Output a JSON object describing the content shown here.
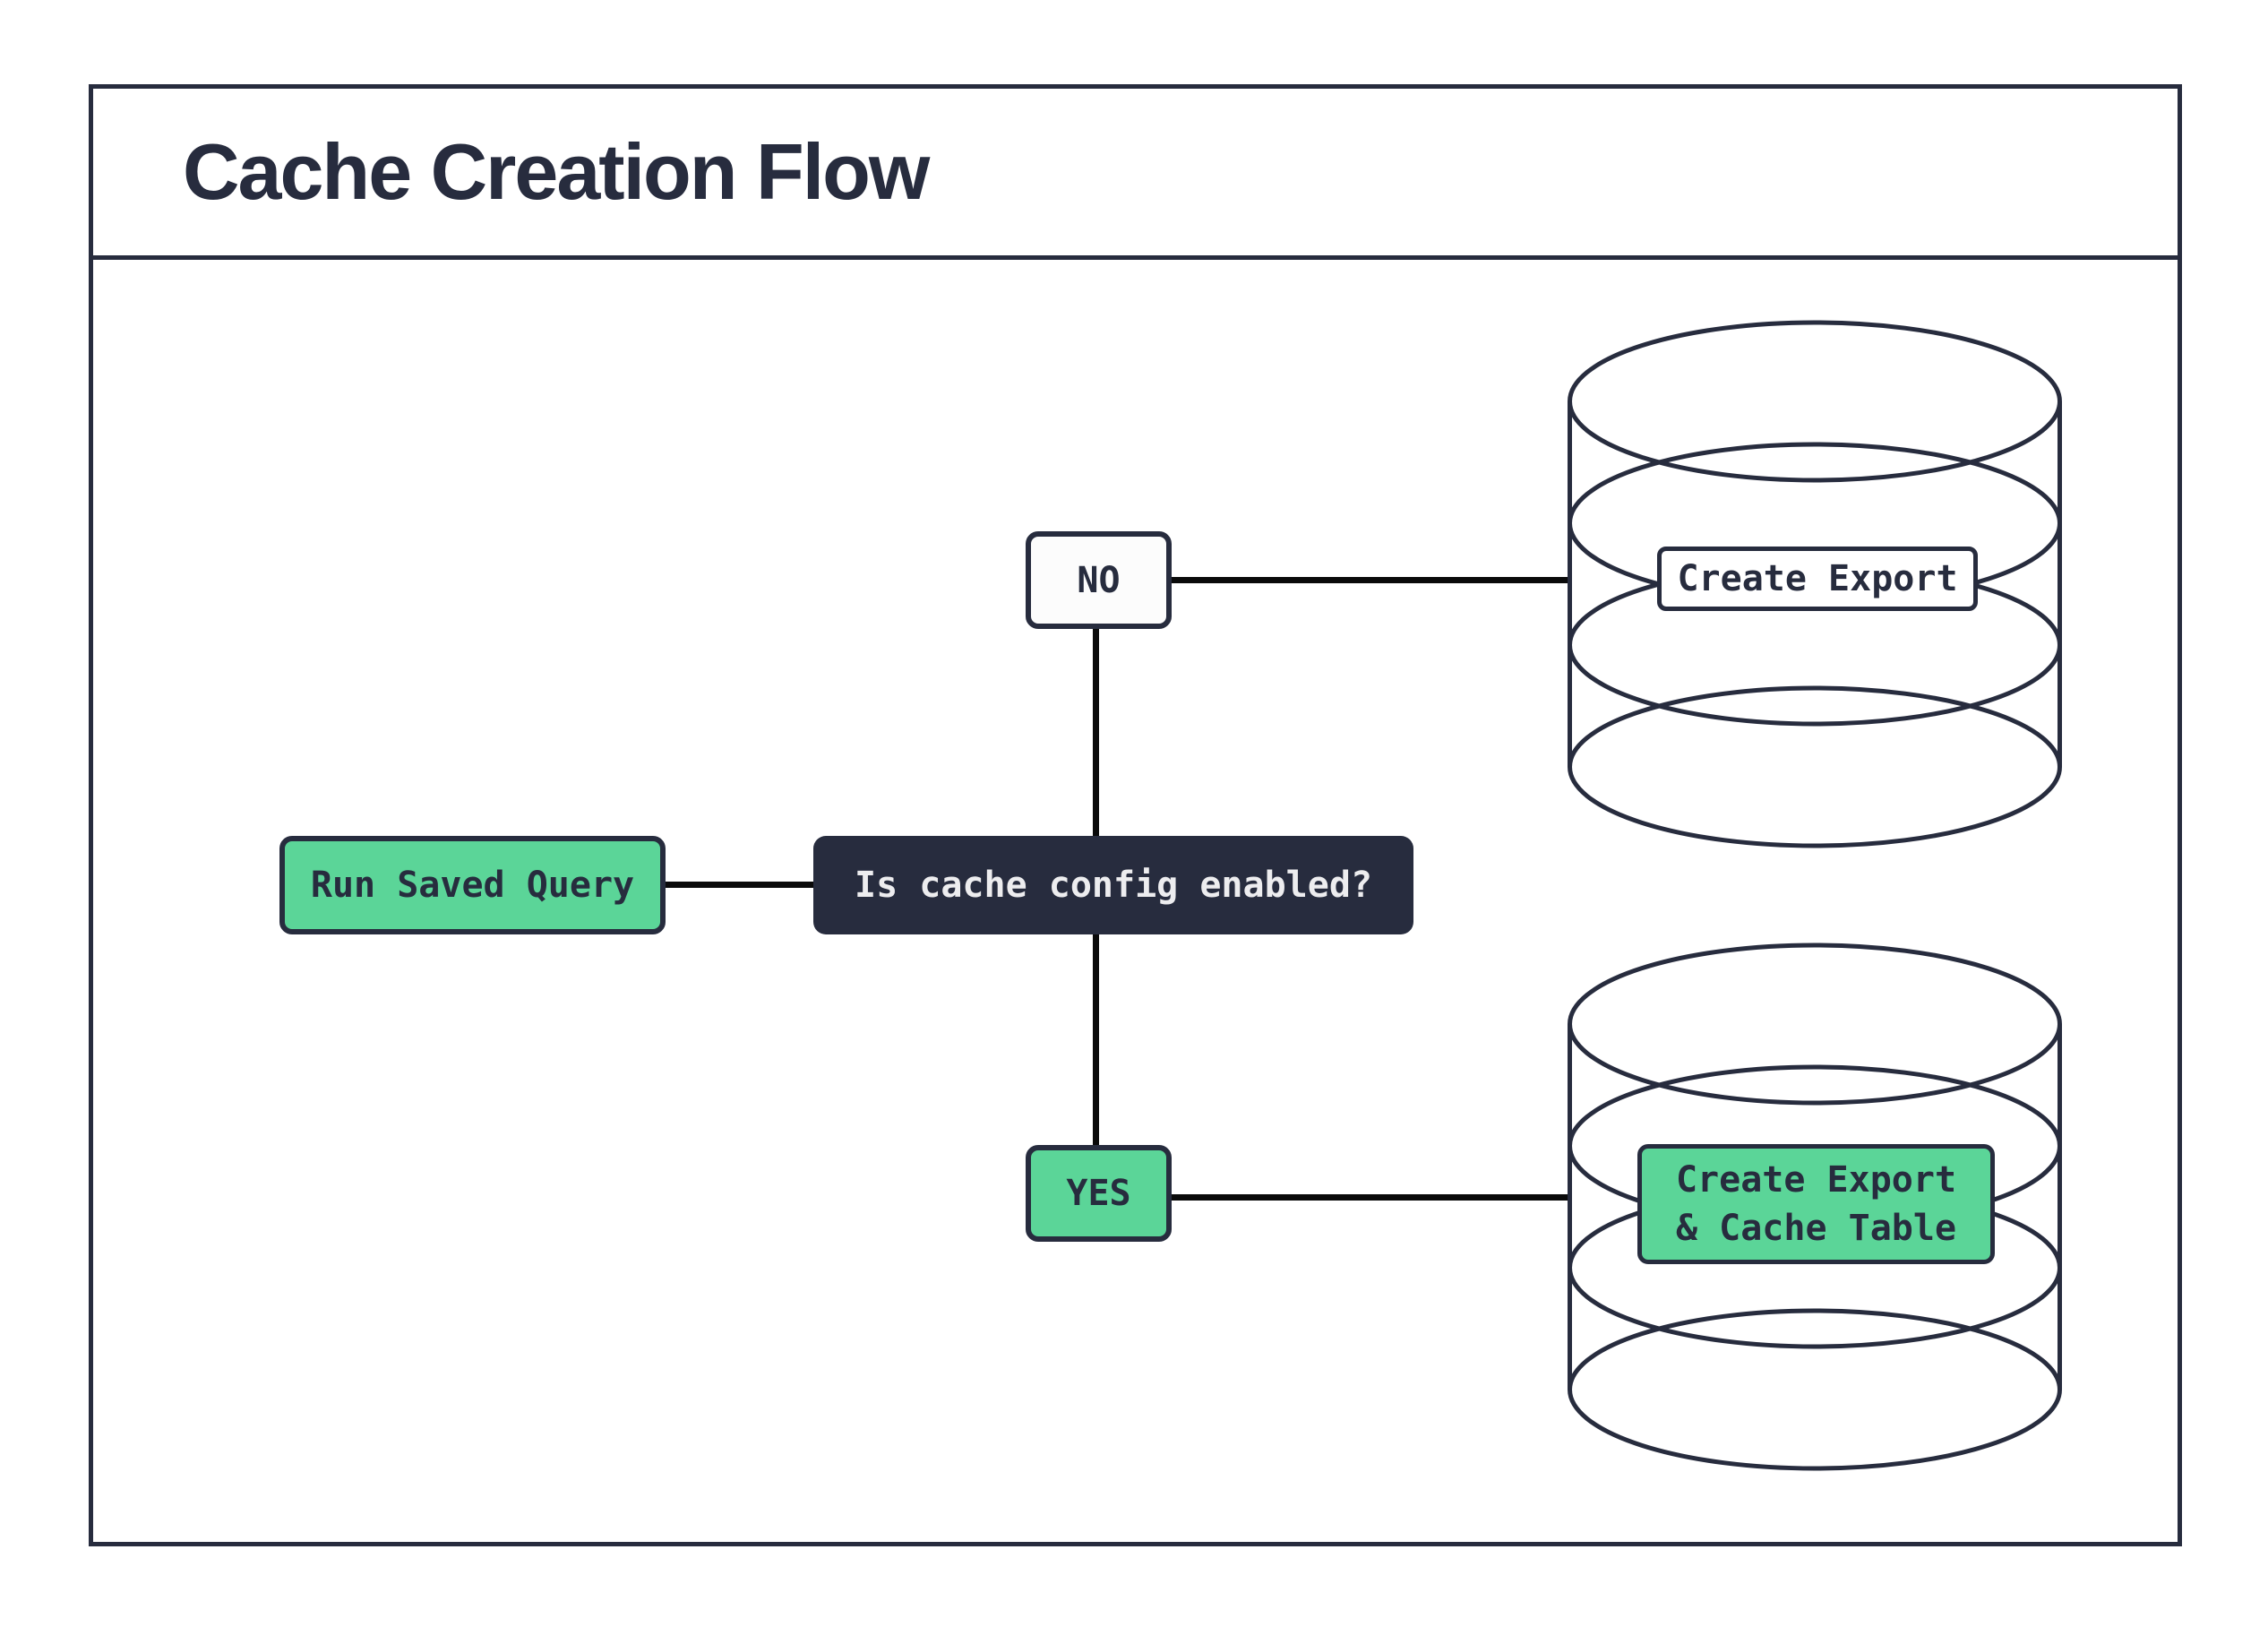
{
  "title": "Cache Creation Flow",
  "palette": {
    "ink": "#272C3E",
    "green": "#5BD598",
    "dark_node_fill": "#272C3E",
    "dark_node_text": "#EDEDEF",
    "node_white": "#FCFCFC",
    "connector": "#0A0A0A",
    "background": "#FFFFFF"
  },
  "nodes": {
    "start": {
      "label": "Run Saved Query"
    },
    "decision": {
      "label": "Is cache config enabled?"
    },
    "branch_no": {
      "label": "NO"
    },
    "branch_yes": {
      "label": "YES"
    },
    "db_no": {
      "label": "Create Export"
    },
    "db_yes": {
      "label_line1": "Create Export",
      "label_line2": "& Cache Table"
    }
  }
}
